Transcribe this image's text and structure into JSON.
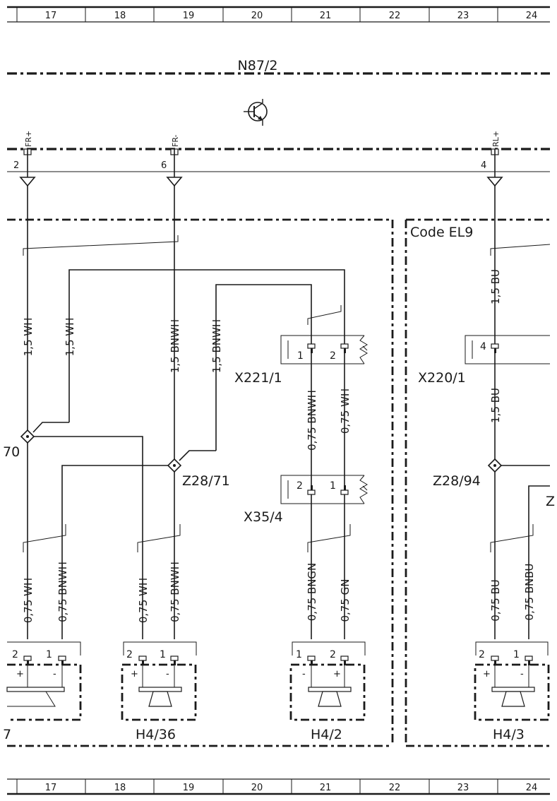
{
  "columns": [
    "17",
    "18",
    "19",
    "20",
    "21",
    "22",
    "23",
    "24"
  ],
  "module": "N87/2",
  "pins": [
    {
      "name": "FR+",
      "num": "2"
    },
    {
      "name": "FR-",
      "num": "6"
    },
    {
      "name": "RL+",
      "num": "4"
    }
  ],
  "code_label": "Code EL9",
  "connectors": {
    "x221": "X221/1",
    "x220": "X220/1",
    "x35": "X35/4"
  },
  "splices": {
    "z70": "70",
    "z71": "Z28/71",
    "z94": "Z28/94",
    "z_cut": "Z"
  },
  "wires": {
    "w1": "1,5 WH",
    "w2": "1,5 WH",
    "w3": "1,5 BNWH",
    "w4": "1,5 BNWH",
    "w5": "0,75 BNWH",
    "w6": "0,75 WH",
    "w7": "1,5 BU",
    "w8": "1,5 BU",
    "w9": "0,75 WH",
    "w10": "0,75 BNWH",
    "w11": "0,75 WH",
    "w12": "0,75 BNWH",
    "w13": "0,75 BNGN",
    "w14": "0,75 GN",
    "w15": "0,75 BU",
    "w16": "0,75 BNBU"
  },
  "pin_numbers": {
    "x221_1": "1",
    "x221_2": "2",
    "x35_2": "2",
    "x35_1": "1",
    "x220_4": "4",
    "sp1_2": "2",
    "sp1_1": "1",
    "sp2_2": "2",
    "sp2_1": "1",
    "sp3_1": "1",
    "sp3_2": "2",
    "sp4_2": "2",
    "sp4_1": "1"
  },
  "polarity": {
    "plus": "+",
    "minus": "-"
  },
  "speakers": {
    "left_cut": "7",
    "h436": "H4/36",
    "h42": "H4/2",
    "h43": "H4/3"
  }
}
